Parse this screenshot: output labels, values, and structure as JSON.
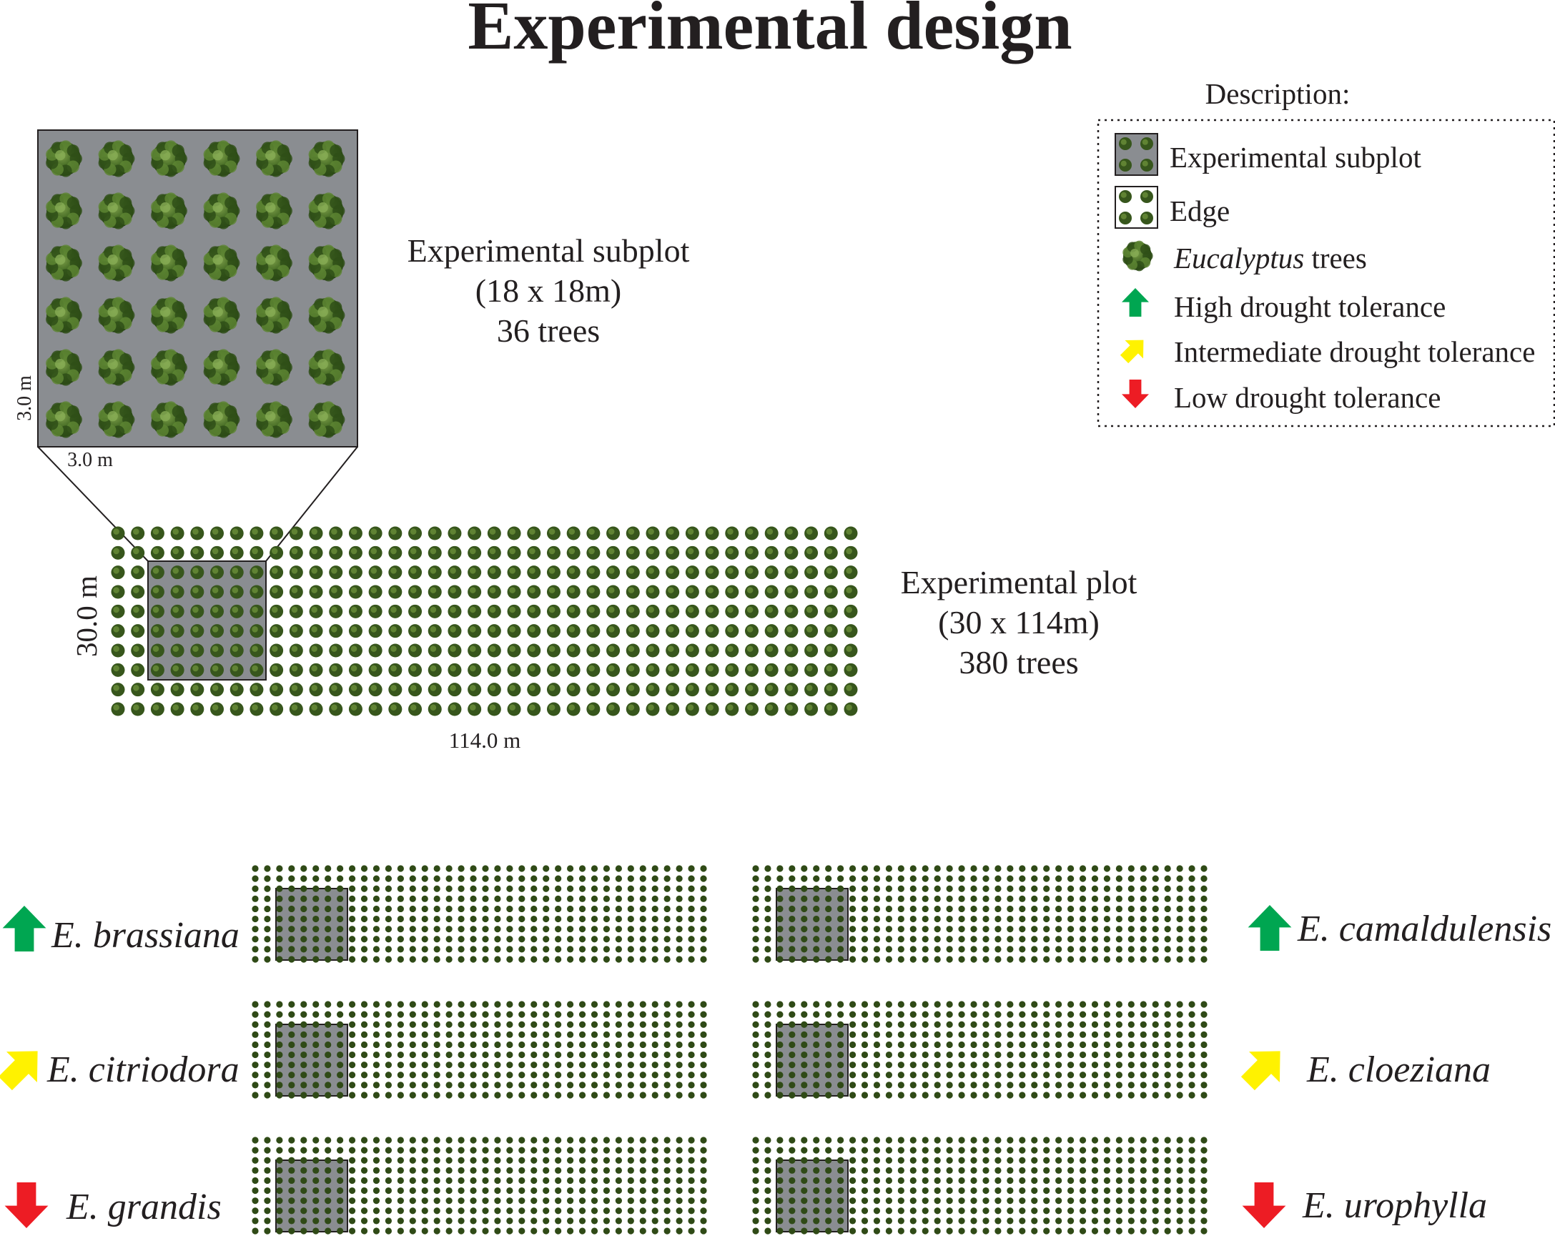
{
  "title": "Experimental design",
  "legend": {
    "heading": "Description:",
    "items": [
      {
        "icon": "subplot-swatch-icon",
        "label": "Experimental subplot"
      },
      {
        "icon": "edge-swatch-icon",
        "label": "Edge"
      },
      {
        "icon": "tree-icon",
        "label_italic": "Eucalyptus",
        "label": " trees"
      },
      {
        "icon": "green-up-arrow-icon",
        "label": "High drought tolerance"
      },
      {
        "icon": "yellow-diagonal-arrow-icon",
        "label": "Intermediate drought tolerance"
      },
      {
        "icon": "red-down-arrow-icon",
        "label": "Low drought tolerance"
      }
    ]
  },
  "subplot": {
    "label_line1": "Experimental subplot",
    "label_line2": "(18 x 18m)",
    "label_line3": "36 trees",
    "spacing_x_label": "3.0 m",
    "spacing_y_label": "3.0 m",
    "rows": 6,
    "cols": 6
  },
  "plot": {
    "label_line1": "Experimental plot",
    "label_line2": "(30 x 114m)",
    "label_line3": "380 trees",
    "length_label": "114.0 m",
    "width_label": "30.0 m",
    "rows": 10,
    "cols": 38
  },
  "species": [
    {
      "name": "E. brassiana",
      "tolerance": "high"
    },
    {
      "name": "E. camaldulensis",
      "tolerance": "high"
    },
    {
      "name": "E. citriodora",
      "tolerance": "intermediate"
    },
    {
      "name": "E. cloeziana",
      "tolerance": "intermediate"
    },
    {
      "name": "E. grandis",
      "tolerance": "low"
    },
    {
      "name": "E. urophylla",
      "tolerance": "low"
    }
  ],
  "colors": {
    "subplot_fill": "#8a8d91",
    "tree": "#3f5f20",
    "tree_dark": "#1f3610",
    "high": "#00a651",
    "intermediate": "#fff200",
    "low": "#ed1c24",
    "text": "#231f20"
  }
}
